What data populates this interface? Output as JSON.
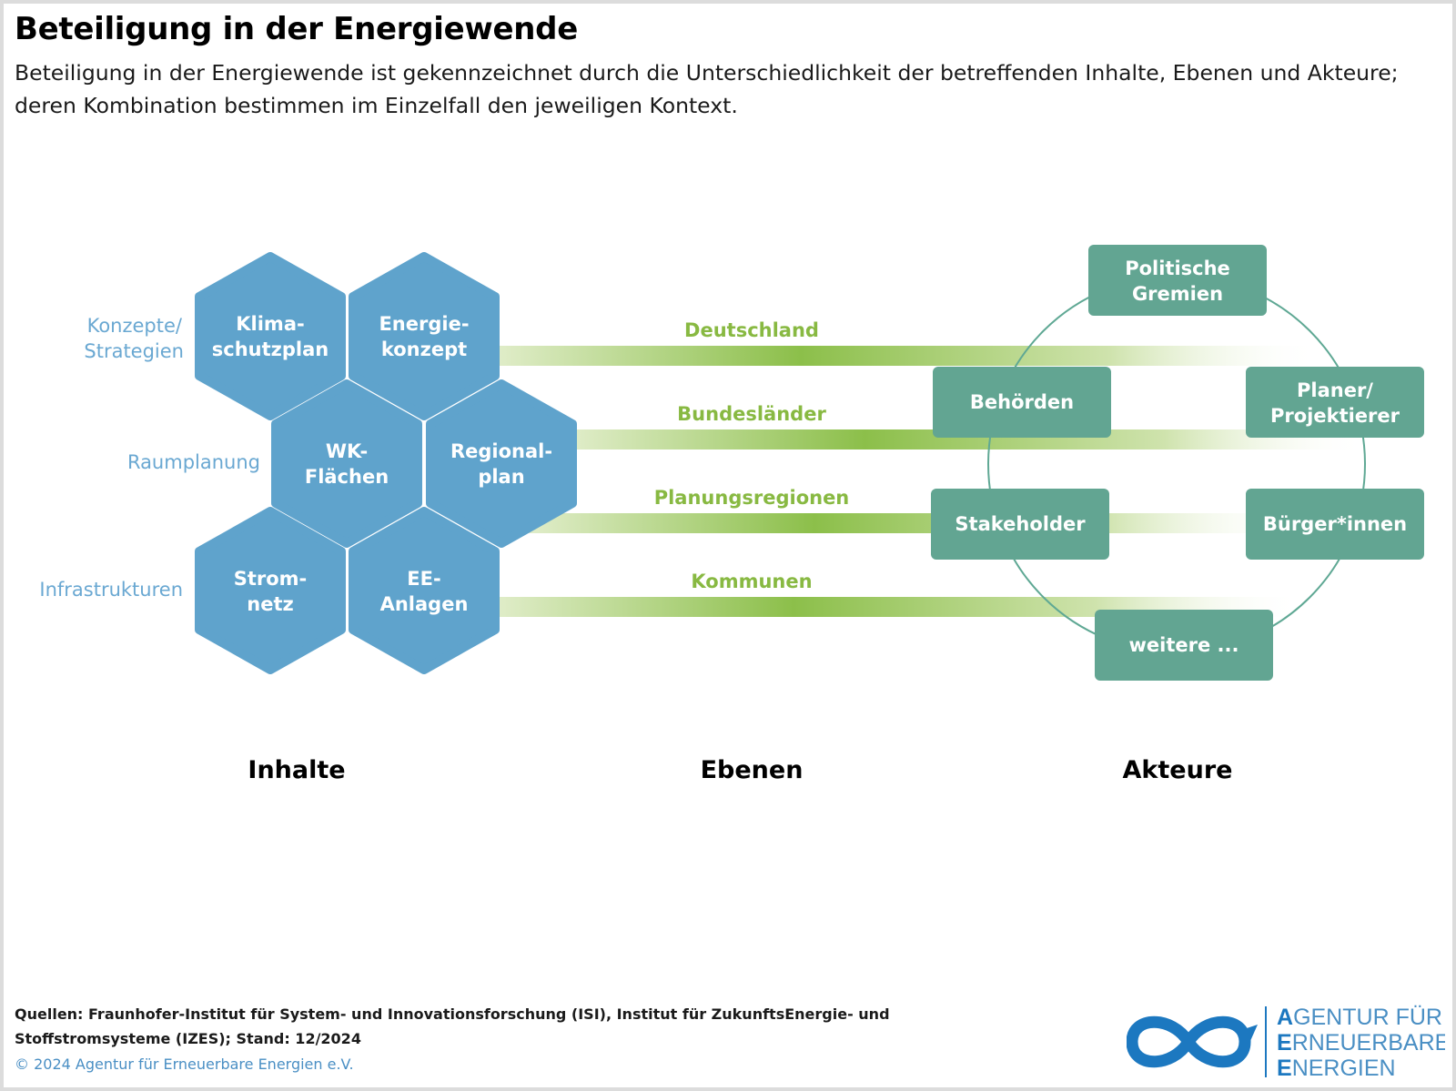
{
  "header": {
    "title": "Beteiligung in der Energiewende",
    "subtitle": "Beteiligung in der Energiewende ist gekennzeichnet durch die Unterschiedlichkeit der betreffenden Inhalte, Ebenen und Akteure; deren Kombination bestimmen im Einzelfall den jeweiligen Kontext."
  },
  "colors": {
    "hexagon": "#5fa3cc",
    "category_text": "#6aa8d2",
    "level_text": "#88b942",
    "band_dark": "#8cbf4a",
    "actor_box": "#62a592",
    "circle": "#5fa894",
    "logo_blue": "#1c78c0"
  },
  "categories": {
    "konzepte_line1": "Konzepte/",
    "konzepte_line2": "Strategien",
    "raumplanung": "Raumplanung",
    "infrastrukturen": "Infrastrukturen"
  },
  "contents": {
    "klimaschutzplan": [
      "Klima-",
      "schutzplan"
    ],
    "energiekonzept": [
      "Energie-",
      "konzept"
    ],
    "wk_flaechen": [
      "WK-",
      "Flächen"
    ],
    "regionalplan": [
      "Regional-",
      "plan"
    ],
    "stromnetz": [
      "Strom-",
      "netz"
    ],
    "ee_anlagen": [
      "EE-",
      "Anlagen"
    ]
  },
  "levels": {
    "deutschland": "Deutschland",
    "bundeslaender": "Bundesländer",
    "planungsregionen": "Planungsregionen",
    "kommunen": "Kommunen"
  },
  "actors": {
    "politische_gremien": [
      "Politische",
      "Gremien"
    ],
    "behoerden": "Behörden",
    "planer": [
      "Planer/",
      "Projektierer"
    ],
    "stakeholder": "Stakeholder",
    "buerger": "Bürger*innen",
    "weitere": "weitere ..."
  },
  "columns": {
    "inhalte": "Inhalte",
    "ebenen": "Ebenen",
    "akteure": "Akteure"
  },
  "footer": {
    "sources": "Quellen: Fraunhofer-Institut für System- und Innovationsforschung (ISI), Institut für ZukunftsEnergie- und Stoffstromsysteme (IZES); Stand: 12/2024",
    "copyright": "© 2024 Agentur für Erneuerbare Energien e.V."
  },
  "logo": {
    "line1_initial": "A",
    "line1_rest": "GENTUR FÜR",
    "line2_initial": "E",
    "line2_rest": "RNEUERBARE",
    "line3_initial": "E",
    "line3_rest": "NERGIEN"
  }
}
